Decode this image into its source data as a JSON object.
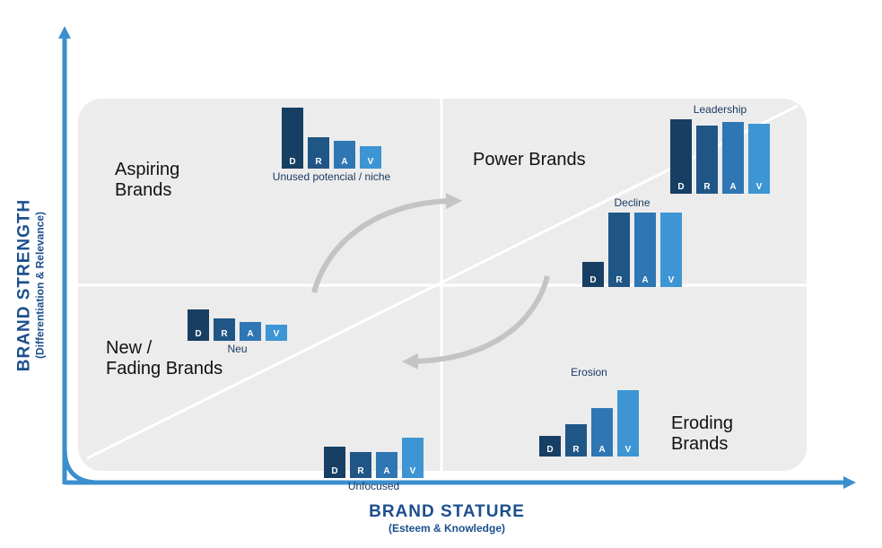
{
  "axes": {
    "y_title": "BRAND STRENGTH",
    "y_subtitle": "(Differentiation & Relevance)",
    "x_title": "BRAND STATURE",
    "x_subtitle": "(Esteem & Knowledge)"
  },
  "quadrants": {
    "top_left": "Aspiring\nBrands",
    "top_right": "Power Brands",
    "bottom_left": "New /\nFading Brands",
    "bottom_right": "Eroding\nBrands"
  },
  "bar_letters": [
    "D",
    "R",
    "A",
    "V"
  ],
  "profiles": [
    {
      "key": "unused",
      "caption": "Unused potencial / niche",
      "values": [
        0.73,
        0.38,
        0.33,
        0.27
      ]
    },
    {
      "key": "leadership",
      "caption": "Leadership",
      "values": [
        0.73,
        0.67,
        0.71,
        0.69
      ]
    },
    {
      "key": "decline",
      "caption": "Decline",
      "values": [
        0.25,
        0.73,
        0.73,
        0.73
      ]
    },
    {
      "key": "neu",
      "caption": "Neu",
      "values": [
        0.38,
        0.27,
        0.23,
        0.19
      ]
    },
    {
      "key": "unfocused",
      "caption": "Unfocused",
      "values": [
        0.38,
        0.31,
        0.31,
        0.48
      ]
    },
    {
      "key": "erosion",
      "caption": "Erosion",
      "values": [
        0.2,
        0.32,
        0.48,
        0.65
      ]
    }
  ],
  "colors": {
    "axis": "#3b8fce",
    "panel": "#ececec",
    "divider": "#ffffff",
    "cycle_arrow": "#c4c4c4",
    "bar_shades": [
      "#163f63",
      "#1f5686",
      "#2f76b4",
      "#3d95d4"
    ],
    "title_text": "#1c4f8e",
    "caption_text": "#1b3a63"
  }
}
